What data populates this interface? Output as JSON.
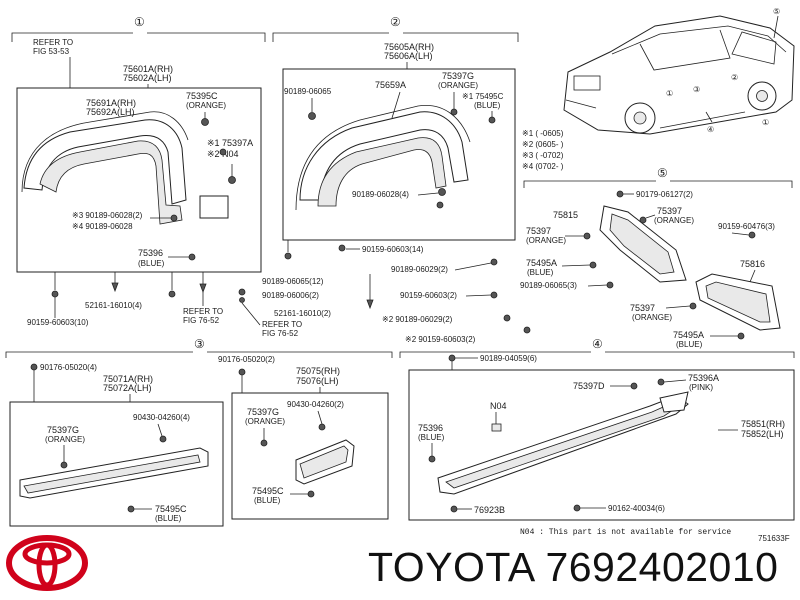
{
  "sections": [
    {
      "num": "①",
      "labels": {
        "ref_top": "REFER TO",
        "ref_top_fig": "FIG 53-53",
        "p75601a": "75601A(RH)",
        "p75602a": "75602A(LH)",
        "p75691a": "75691A(RH)",
        "p75692a": "75692A(LH)",
        "p75395c": "75395C",
        "p75395c_color": "(ORANGE)",
        "p175397a": "※1 75397A",
        "p2n04": "※2 N04",
        "p3": "※3 90189-06028(2)",
        "p4": "※4 90189-06028",
        "p75396": "75396",
        "p75396_color": "(BLUE)",
        "p90189_06065_12": "90189-06065(12)",
        "p90189_06006": "90189-06006(2)",
        "p52161_4": "52161-16010(4)",
        "p90159_10": "90159-60603(10)",
        "ref_b1": "REFER TO",
        "ref_b1_fig": "FIG 76-52",
        "ref_b2": "REFER TO",
        "ref_b2_fig": "FIG 76-52"
      }
    },
    {
      "num": "②",
      "labels": {
        "p75605a": "75605A(RH)",
        "p75606a": "75606A(LH)",
        "p90189_06065": "90189-06065",
        "p75659a": "75659A",
        "p75397g": "75397G",
        "p75397g_color": "(ORANGE)",
        "p175495c": "※1 75495C",
        "p175495c_color": "(BLUE)",
        "p90189_06028_4": "90189-06028(4)",
        "p90159_14": "90159-60603(14)",
        "p90189_06029_2": "90189-06029(2)",
        "p90159_2": "90159-60603(2)",
        "p52161_2": "52161-16010(2)",
        "p2_90189_06029": "※2 90189-06029(2)",
        "p2_90159_2": "※2 90159-60603(2)"
      }
    },
    {
      "num": "③",
      "labels": {
        "p90176_4": "90176-05020(4)",
        "p75071a": "75071A(RH)",
        "p75072a": "75072A(LH)",
        "p75397g": "75397G",
        "p75397g_color": "(ORANGE)",
        "p90430_4": "90430-04260(4)",
        "p75495c": "75495C",
        "p75495c_color": "(BLUE)",
        "p90176_2": "90176-05020(2)",
        "p75075": "75075(RH)",
        "p75076": "75076(LH)",
        "p90430_2": "90430-04260(2)",
        "p75397g_b": "75397G",
        "p75397g_b_color": "(ORANGE)",
        "p75495c_b": "75495C",
        "p75495c_b_color": "(BLUE)"
      }
    },
    {
      "num": "④",
      "labels": {
        "p90189_04059": "90189-04059(6)",
        "p75397d": "75397D",
        "p75396a": "75396A",
        "p75396a_color": "(PINK)",
        "pn04": "N04",
        "p75396": "75396",
        "p75396_color": "(BLUE)",
        "p75851": "75851(RH)",
        "p75852": "75852(LH)",
        "p76923b": "76923B",
        "p90162": "90162-40034(6)"
      }
    },
    {
      "num": "⑤",
      "labels": {
        "p90179": "90179-06127(2)",
        "p75815": "75815",
        "p75397": "75397",
        "p75397_color": "(ORANGE)",
        "p90159_3": "90159-60476(3)",
        "p75397_b": "75397",
        "p75397_b_color": "(ORANGE)",
        "p75495a": "75495A",
        "p75495a_color": "(BLUE)",
        "p90189_06065_3": "90189-06065(3)",
        "p75816": "75816",
        "p75397_c": "75397",
        "p75397_c_color": "(ORANGE)",
        "p75495a_b": "75495A",
        "p75495a_b_color": "(BLUE)"
      }
    }
  ],
  "vehicle": {
    "callouts": [
      "①",
      "②",
      "③",
      "④",
      "⑤"
    ]
  },
  "notes": [
    "※1 (    -0605)",
    "※2 (0605-    )",
    "※3 (    -0702)",
    "※4 (0702-    )"
  ],
  "footnote": "N04 : This part is not available for service",
  "diagram_code": "751633F",
  "brand": {
    "name": "TOYOTA",
    "part_number": "7692402010",
    "logo_color": "#d0021b"
  }
}
